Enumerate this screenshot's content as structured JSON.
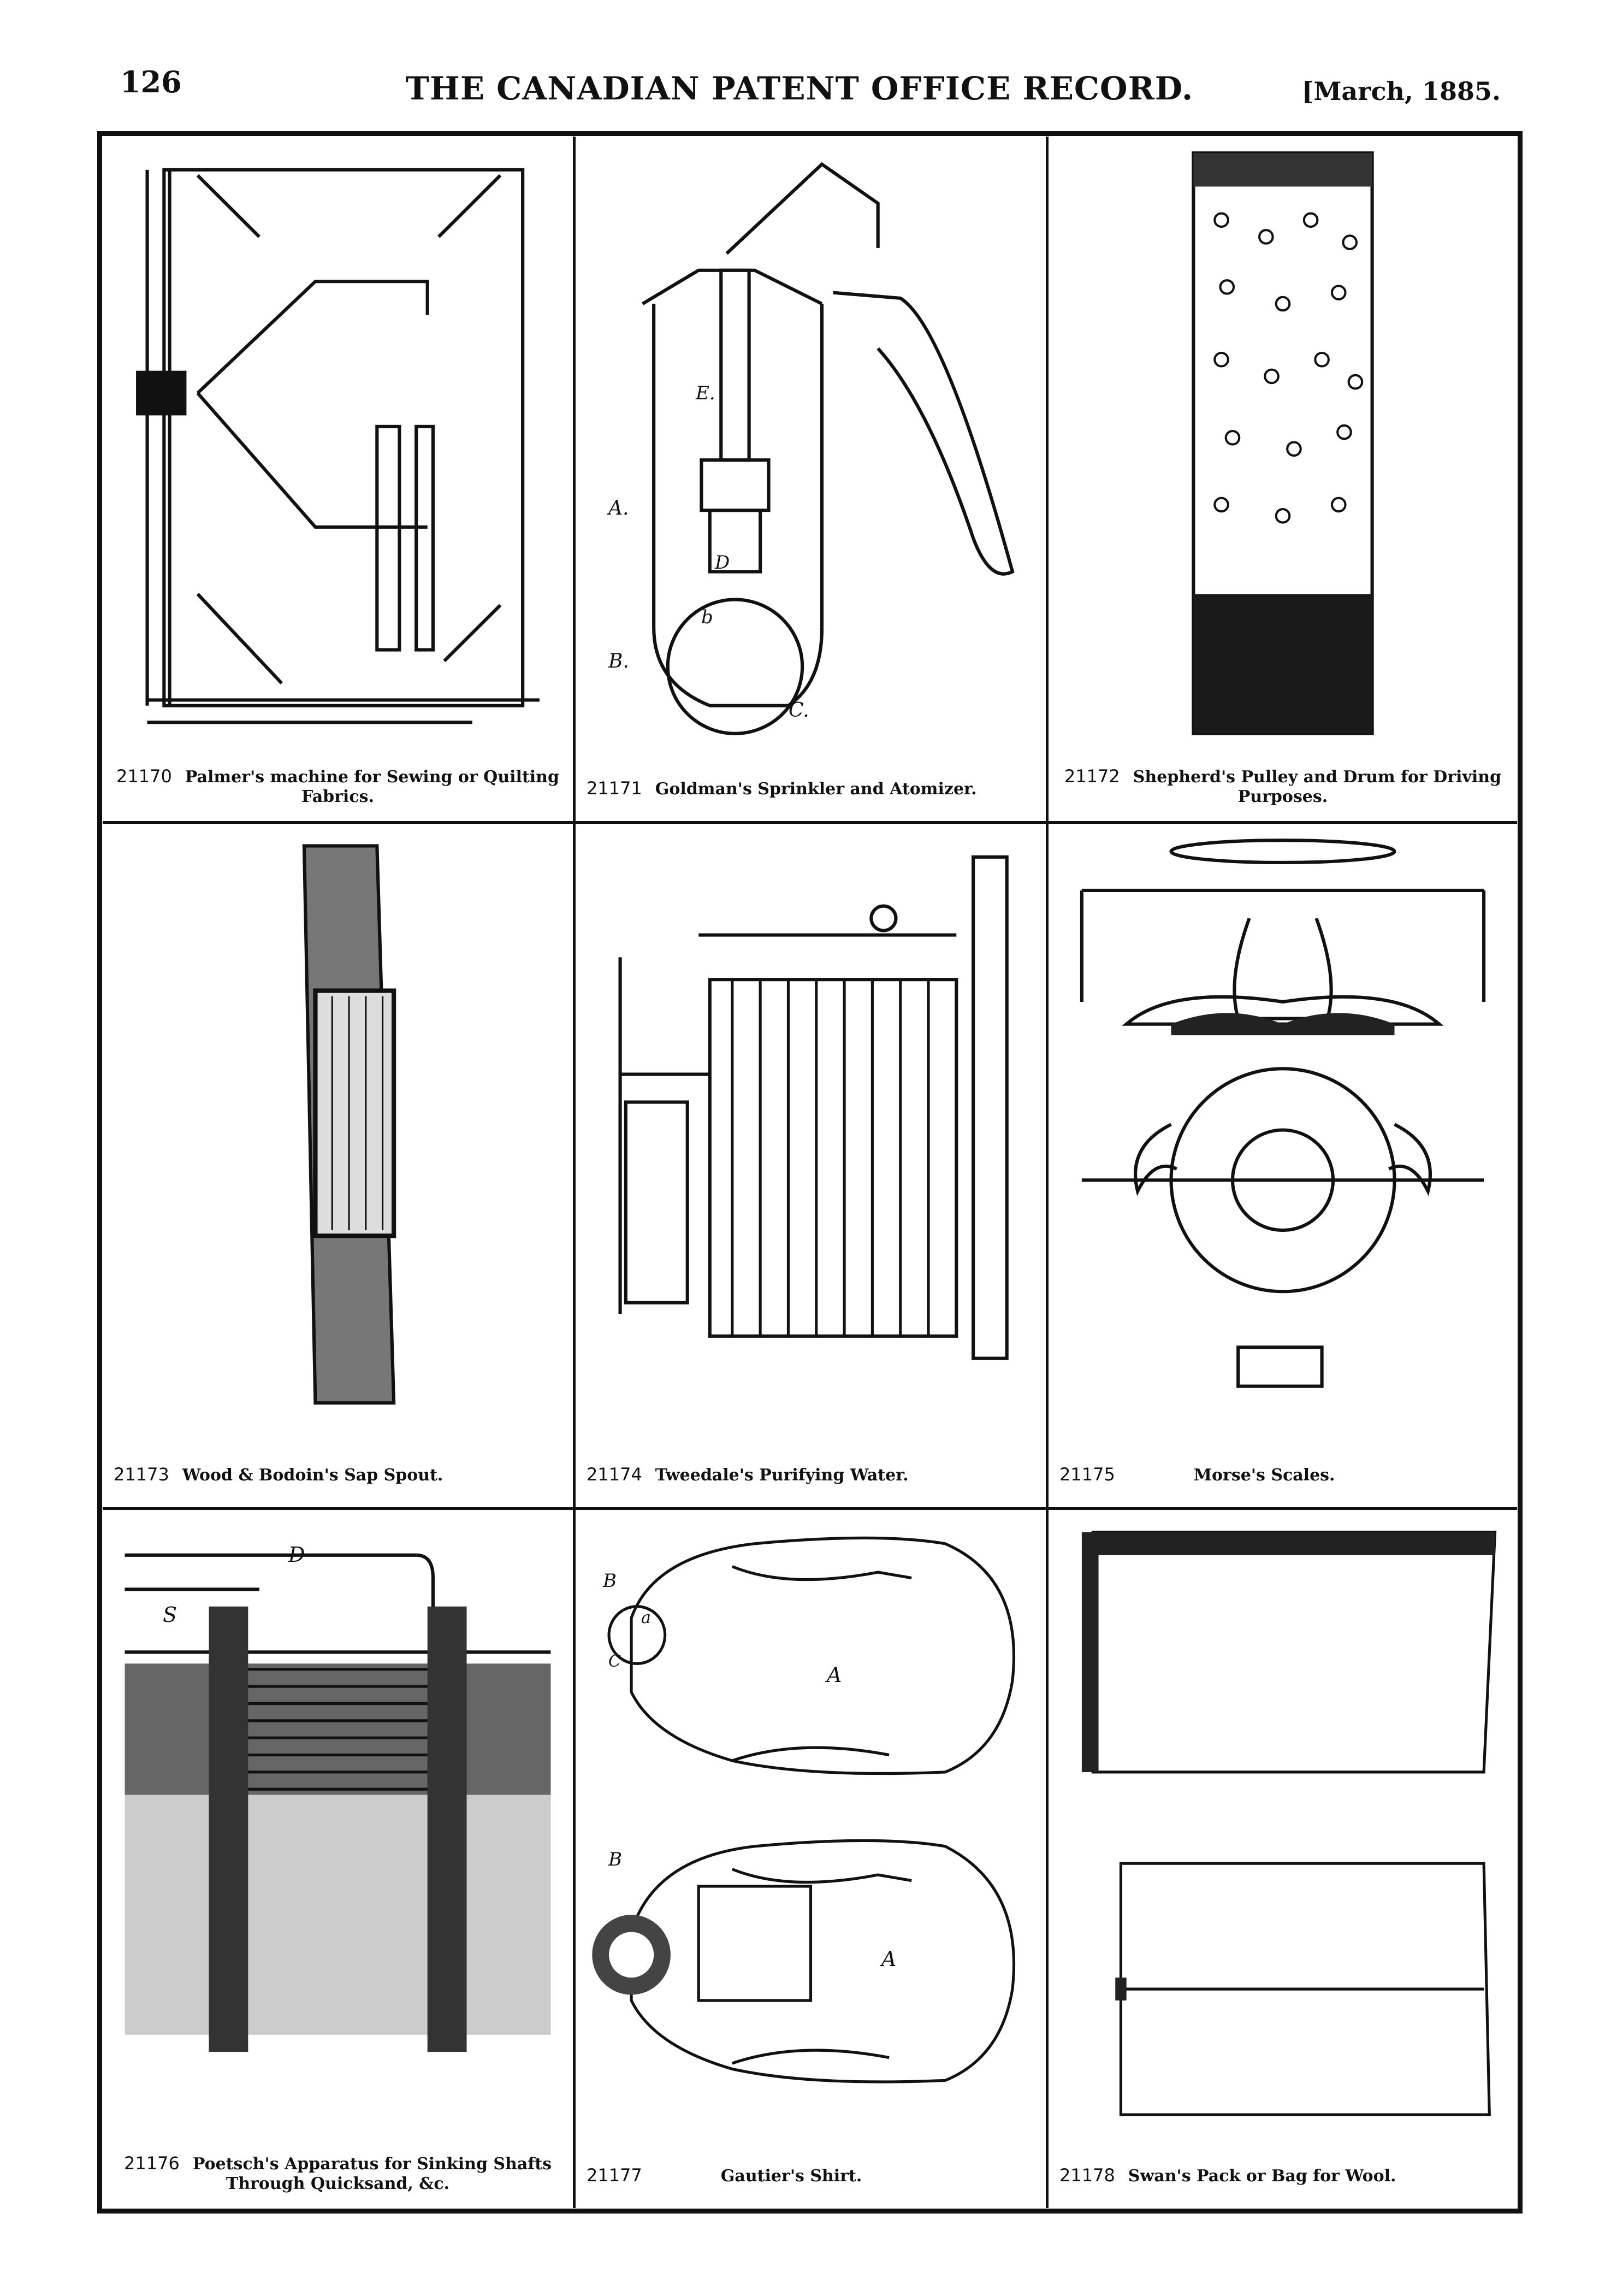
{
  "header": {
    "page_number": "126",
    "title": "THE CANADIAN PATENT OFFICE RECORD.",
    "date": "[March, 1885."
  },
  "patents": [
    {
      "number": "21170",
      "description": "Palmer's machine for Sewing or Quilting Fabrics."
    },
    {
      "number": "21171",
      "description": "Goldman's Sprinkler and Atomizer."
    },
    {
      "number": "21172",
      "description": "Shepherd's Pulley and Drum for Driving Purposes."
    },
    {
      "number": "21173",
      "description": "Wood & Bodoin's Sap Spout."
    },
    {
      "number": "21174",
      "description": "Tweedale's Purifying Water."
    },
    {
      "number": "21175",
      "description": "Morse's Scales."
    },
    {
      "number": "21176",
      "description": "Poetsch's Apparatus for Sinking Shafts Through Quicksand, &c."
    },
    {
      "number": "21177",
      "description": "Gautier's Shirt."
    },
    {
      "number": "21178",
      "description": "Swan's Pack or Bag for Wool."
    }
  ],
  "figure_labels": {
    "goldman": [
      "E.",
      "A.",
      "D",
      "b",
      "B.",
      "C."
    ],
    "poetsch": [
      "D",
      "S"
    ],
    "gautier": [
      "B",
      "a",
      "C",
      "A",
      "B",
      "A"
    ]
  }
}
